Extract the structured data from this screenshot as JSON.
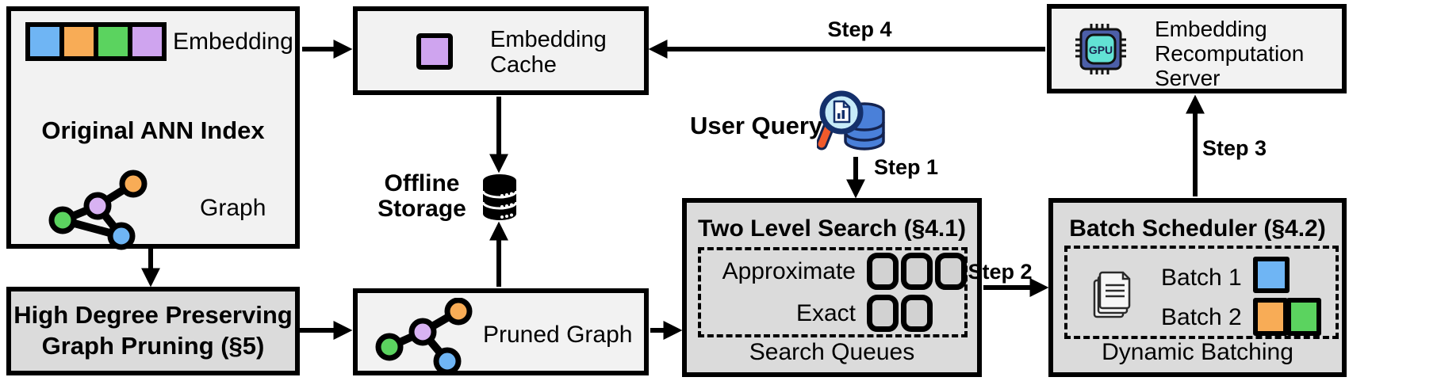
{
  "palette": {
    "blue": "#6FB5F4",
    "orange": "#F8AC56",
    "green": "#5BD35F",
    "purple": "#CFA4EF",
    "box_light": "#F2F2F2",
    "box_dark": "#DBDBDB",
    "gpu_chip_outer": "#4C5FA8",
    "gpu_chip_inner": "#62E2D4",
    "query_database": "#4A80D9",
    "query_lens": "#C7EBF8",
    "query_handle": "#F15A2B"
  },
  "ann_index": {
    "embedding_label": "Embedding",
    "title": "Original ANN Index",
    "graph_label": "Graph"
  },
  "embedding_cache": {
    "label": "Embedding\nCache"
  },
  "offline_storage": {
    "label": "Offline\nStorage"
  },
  "recomputation_server": {
    "label": "Embedding\nRecomputation\nServer",
    "gpu_text": "GPU"
  },
  "high_degree_pruning": {
    "title": "High Degree Preserving\nGraph Pruning (§5)"
  },
  "pruned_graph": {
    "label": "Pruned Graph"
  },
  "user_query": {
    "label": "User Query"
  },
  "two_level_search": {
    "title": "Two Level Search (§4.1)",
    "approximate_label": "Approximate",
    "approximate_slots": 3,
    "exact_label": "Exact",
    "exact_slots": 2,
    "footer": "Search Queues"
  },
  "batch_scheduler": {
    "title": "Batch Scheduler (§4.2)",
    "batch1_label": "Batch 1",
    "batch2_label": "Batch 2",
    "footer": "Dynamic Batching"
  },
  "steps": {
    "step1": "Step 1",
    "step2": "Step 2",
    "step3": "Step 3",
    "step4": "Step 4"
  }
}
